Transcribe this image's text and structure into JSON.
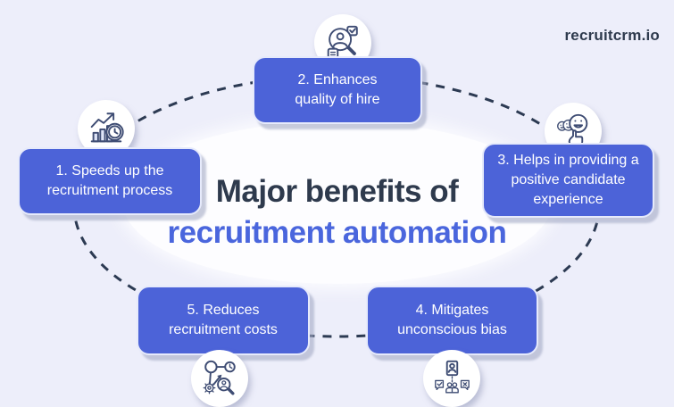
{
  "logo": {
    "text": "recruitcrm.io"
  },
  "title": {
    "line1": "Major benefits of",
    "line2": "recruitment automation"
  },
  "benefits": [
    {
      "id": 1,
      "label": "1. Speeds up the\nrecruitment process",
      "icon": "growth-chart-clock-icon"
    },
    {
      "id": 2,
      "label": "2. Enhances\nquality of hire",
      "icon": "candidate-quality-magnifier-icon"
    },
    {
      "id": 3,
      "label": "3. Helps in providing a\npositive candidate\nexperience",
      "icon": "experience-rating-faces-icon"
    },
    {
      "id": 4,
      "label": "4. Mitigates\nunconscious bias",
      "icon": "fair-screening-icon"
    },
    {
      "id": 5,
      "label": "5. Reduces\nrecruitment costs",
      "icon": "cost-reduction-network-icon"
    }
  ],
  "colors": {
    "background": "#edeefa",
    "box_blue": "#4c63d8",
    "title_dark": "#2e3a4d",
    "title_blue": "#4a66dd",
    "dash": "#2c3a52",
    "icon_stroke": "#3e4c73"
  }
}
